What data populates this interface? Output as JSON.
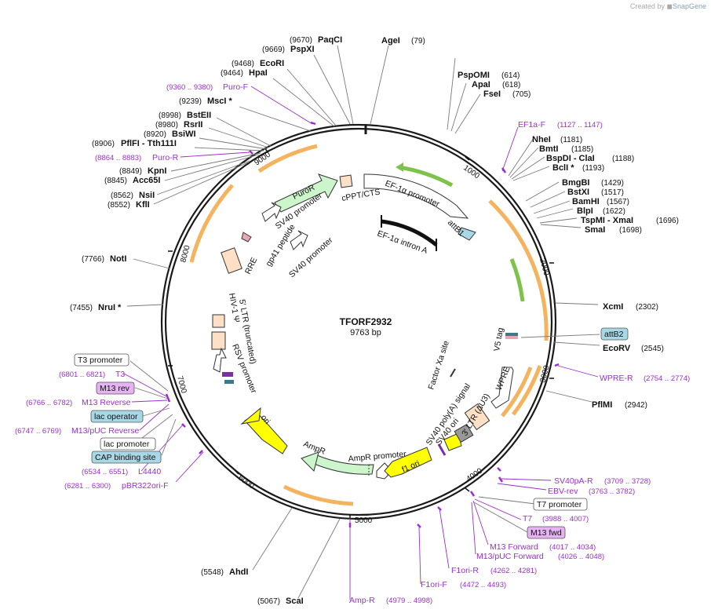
{
  "watermark": {
    "prefix": "Created by",
    "brand": "SnapGene"
  },
  "plasmid": {
    "name": "TFORF2932",
    "size": "9763 bp"
  },
  "ticks": [
    "1000",
    "2000",
    "3000",
    "4000",
    "5000",
    "6000",
    "7000",
    "8000",
    "9000"
  ],
  "enzymes": [
    {
      "label": "AgeI",
      "pos": "(79)"
    },
    {
      "label": "PspOMI",
      "pos": "(614)"
    },
    {
      "label": "ApaI",
      "pos": "(618)"
    },
    {
      "label": "FseI",
      "pos": "(705)"
    },
    {
      "label": "NheI",
      "pos": "(1181)"
    },
    {
      "label": "BmtI",
      "pos": "(1185)"
    },
    {
      "label": "BspDI  - ClaI",
      "pos": "(1188)"
    },
    {
      "label": "BclI *",
      "pos": "(1193)"
    },
    {
      "label": "BmgBI",
      "pos": "(1429)"
    },
    {
      "label": "BstXI",
      "pos": "(1517)"
    },
    {
      "label": "BamHI",
      "pos": "(1567)"
    },
    {
      "label": "BlpI",
      "pos": "(1622)"
    },
    {
      "label": "TspMI  - XmaI",
      "pos": "(1696)"
    },
    {
      "label": "SmaI",
      "pos": "(1698)"
    },
    {
      "label": "XcmI",
      "pos": "(2302)"
    },
    {
      "label": "EcoRV",
      "pos": "(2545)"
    },
    {
      "label": "PflMI",
      "pos": "(2942)"
    },
    {
      "label": "ScaI",
      "pos": "(5067)"
    },
    {
      "label": "AhdI",
      "pos": "(5548)"
    },
    {
      "label": "NruI *",
      "pos": "(7455)"
    },
    {
      "label": "NotI",
      "pos": "(7766)"
    },
    {
      "label": "KflI",
      "pos": "(8552)"
    },
    {
      "label": "NsiI",
      "pos": "(8562)"
    },
    {
      "label": "Acc65I",
      "pos": "(8845)"
    },
    {
      "label": "KpnI",
      "pos": "(8849)"
    },
    {
      "label": "PflFI  - Tth111I",
      "pos": "(8906)"
    },
    {
      "label": "BsiWI",
      "pos": "(8920)"
    },
    {
      "label": "RsrII",
      "pos": "(8980)"
    },
    {
      "label": "BstEII",
      "pos": "(8998)"
    },
    {
      "label": "MscI *",
      "pos": "(9239)"
    },
    {
      "label": "HpaI",
      "pos": "(9464)"
    },
    {
      "label": "EcoRI",
      "pos": "(9468)"
    },
    {
      "label": "PspXI",
      "pos": "(9669)"
    },
    {
      "label": "PaqCI",
      "pos": "(9670)"
    }
  ],
  "primers": [
    {
      "label": "EF1a-F",
      "pos": "(1127 .. 1147)"
    },
    {
      "label": "WPRE-R",
      "pos": "(2754 .. 2774)"
    },
    {
      "label": "SV40pA-R",
      "pos": "(3709 .. 3728)"
    },
    {
      "label": "EBV-rev",
      "pos": "(3763 .. 3782)"
    },
    {
      "label": "T7",
      "pos": "(3988 .. 4007)"
    },
    {
      "label": "M13 Forward",
      "pos": "(4017 .. 4034)"
    },
    {
      "label": "M13/pUC Forward",
      "pos": "(4026 .. 4048)"
    },
    {
      "label": "F1ori-R",
      "pos": "(4262 .. 4281)"
    },
    {
      "label": "F1ori-F",
      "pos": "(4472 .. 4493)"
    },
    {
      "label": "Amp-R",
      "pos": "(4979 .. 4998)"
    },
    {
      "label": "pBR322ori-F",
      "pos": "(6281 .. 6300)"
    },
    {
      "label": "L4440",
      "pos": "(6534 .. 6551)"
    },
    {
      "label": "M13/pUC Reverse",
      "pos": "(6747 .. 6769)"
    },
    {
      "label": "M13 Reverse",
      "pos": "(6766 .. 6782)"
    },
    {
      "label": "T3",
      "pos": "(6801 .. 6821)"
    },
    {
      "label": "Puro-R",
      "pos": "(8864 .. 8883)"
    },
    {
      "label": "Puro-F",
      "pos": "(9360 .. 9380)"
    }
  ],
  "boxes": [
    "attB2",
    "T7 promoter",
    "M13 fwd",
    "T3 promoter",
    "M13 rev",
    "lac operator",
    "lac promoter",
    "CAP binding site"
  ],
  "features": [
    "EF-1α promoter",
    "attB1",
    "EF-1α intron A",
    "cPPT/CTS",
    "PuroR",
    "SV40 promoter",
    "SV40 promoter",
    "gp41 peptide",
    "RRE",
    "5′ LTR (truncated)",
    "HIV-1 Ψ",
    "RSV promoter",
    "V5 tag",
    "Factor Xa site",
    "WPRE",
    "3′ LTR (ΔU3)",
    "SV40 poly(A) signal",
    "SV40 ori",
    "f1 ori",
    "AmpR promoter",
    "AmpR",
    "ori"
  ],
  "colors": {
    "enzyme_line": "#7a7a7a",
    "primer": "#9b2fd0",
    "orange": "#f2a640",
    "green": "#7dc24b",
    "purofill": "#ccf5cc",
    "yellow": "#ffff00",
    "beige": "#fde0c5",
    "blue": "#a8d8e6"
  }
}
